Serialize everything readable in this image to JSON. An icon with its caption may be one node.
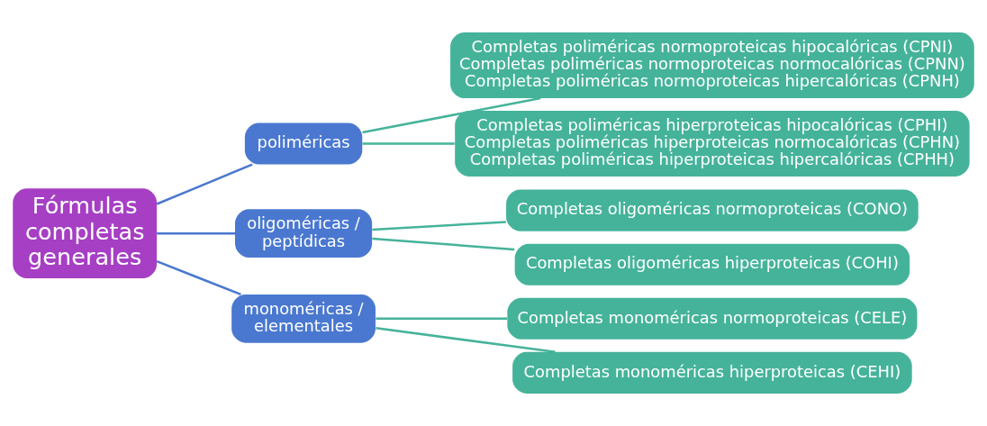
{
  "diagram": {
    "nodes": [
      {
        "text": [
          "Fórmulas completas generales"
        ]
      },
      {
        "text": [
          "poliméricas"
        ]
      },
      {
        "text": [
          "Completas poliméricas normoproteicas hipocalóricas (CPNI)",
          "Completas poliméricas normoproteicas normocalóricas (CPNN)",
          "Completas poliméricas normoproteicas hipercalóricas (CPNH)"
        ]
      },
      {
        "text": [
          "Completas poliméricas hiperproteicas hipocalóricas (CPHI)",
          "Completas poliméricas hiperproteicas normocalóricas (CPHN)",
          "Completas poliméricas hiperproteicas hipercalóricas (CPHH)"
        ]
      },
      {
        "text": [
          "oligoméricas / peptídicas"
        ]
      },
      {
        "text": [
          "Completas oligoméricas normoproteicas (CONO)"
        ]
      },
      {
        "text": [
          "Completas oligoméricas hiperproteicas (COHI)"
        ]
      },
      {
        "text": [
          "monoméricas / elementales"
        ]
      },
      {
        "text": [
          "Completas monoméricas normoproteicas (CELE)"
        ]
      },
      {
        "text": [
          "Completas monoméricas hiperproteicas (CEHI)"
        ]
      }
    ],
    "edges": [
      {
        "from": 0,
        "to": 1,
        "arrow": "none",
        "color": "#4a78d0"
      },
      {
        "from": 0,
        "to": 4,
        "arrow": "none",
        "color": "#4a78d0"
      },
      {
        "from": 0,
        "to": 7,
        "arrow": "none",
        "color": "#4a78d0"
      },
      {
        "from": 1,
        "to": 2,
        "arrow": "none"
      },
      {
        "from": 1,
        "to": 3,
        "arrow": "none"
      },
      {
        "from": 4,
        "to": 5,
        "arrow": "none"
      },
      {
        "from": 4,
        "to": 6,
        "arrow": "none"
      },
      {
        "from": 7,
        "to": 8,
        "arrow": "none"
      },
      {
        "from": 7,
        "to": 9,
        "arrow": "none"
      }
    ]
  }
}
